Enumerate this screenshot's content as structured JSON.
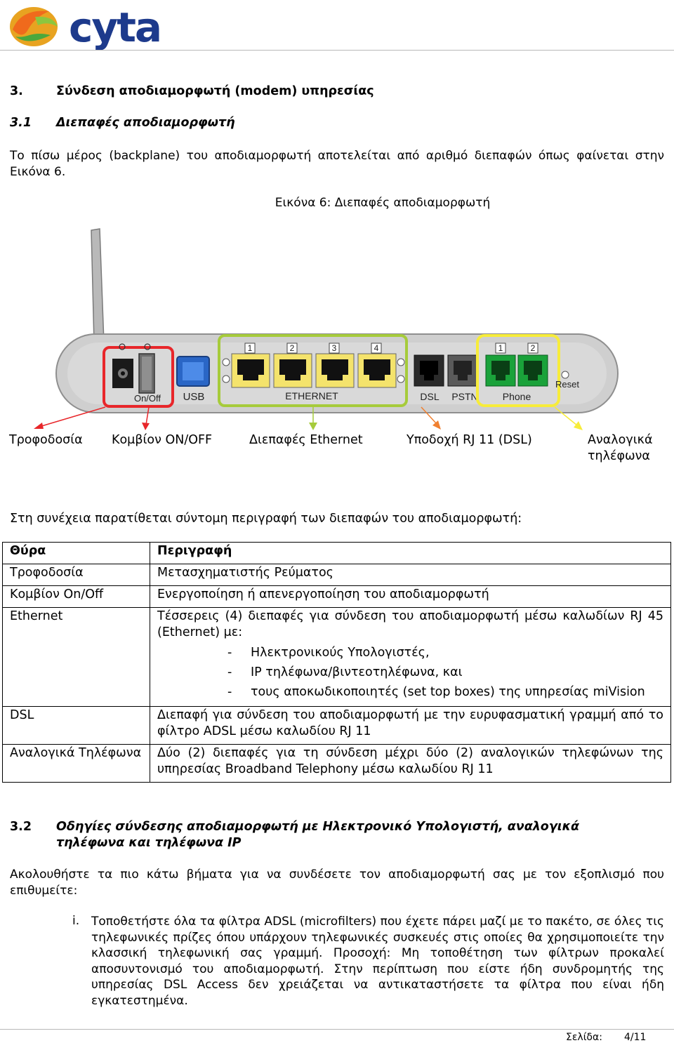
{
  "logo": {
    "text": "cyta"
  },
  "section3": {
    "num": "3.",
    "title": "Σύνδεση αποδιαμορφωτή (modem) υπηρεσίας"
  },
  "section31": {
    "num": "3.1",
    "title": "Διεπαφές αποδιαμορφωτή"
  },
  "intro": "Το πίσω μέρος (backplane) του αποδιαμορφωτή αποτελείται από αριθμό διεπαφών όπως φαίνεται στην Εικόνα 6.",
  "figure": {
    "caption": "Εικόνα 6: Διεπαφές αποδιαμορφωτή",
    "panel_labels": {
      "onoff": "On/Off",
      "usb": "USB",
      "ethernet": "ETHERNET",
      "dsl": "DSL",
      "pstn": "PSTN",
      "phone": "Phone",
      "reset": "Reset",
      "eth_ports": [
        "1",
        "2",
        "3",
        "4"
      ],
      "phone_ports": [
        "1",
        "2"
      ]
    },
    "colors": {
      "red": "#e8262a",
      "green": "#a6cb3b",
      "orange": "#f08030",
      "yellow": "#f7ec3a",
      "phone_green": "#1aa23a"
    },
    "labels": {
      "power": "Τροφοδοσία",
      "switch": "Κομβίον ON/OFF",
      "ethernet": "Διεπαφές Ethernet",
      "dsl": "Υποδοχή RJ 11 (DSL)",
      "phones_line1": "Αναλογικά",
      "phones_line2": "τηλέφωνα"
    }
  },
  "table_intro": "Στη συνέχεια παρατίθεται σύντομη περιγραφή των διεπαφών του αποδιαμορφωτή:",
  "table": {
    "headers": [
      "Θύρα",
      "Περιγραφή"
    ],
    "rows": [
      {
        "port": "Τροφοδοσία",
        "desc": "Μετασχηματιστής Ρεύματος"
      },
      {
        "port": "Κομβίον On/Off",
        "desc": "Ενεργοποίηση ή απενεργοποίηση του αποδιαμορφωτή"
      },
      {
        "port": "Ethernet",
        "desc": "Τέσσερεις (4) διεπαφές για σύνδεση του αποδιαμορφωτή μέσω καλωδίων RJ 45 (Ethernet) με:",
        "list": [
          "Ηλεκτρονικούς Υπολογιστές,",
          "IP τηλέφωνα/βιντεοτηλέφωνα, και",
          "τους αποκωδικοποιητές (set top boxes) της υπηρεσίας miVision"
        ]
      },
      {
        "port": "DSL",
        "desc": "Διεπαφή για σύνδεση του αποδιαμορφωτή με την ευρυφασματική γραμμή από το φίλτρο ADSL μέσω καλωδίου RJ 11"
      },
      {
        "port": "Αναλογικά Τηλέφωνα",
        "desc": "Δύο (2) διεπαφές για τη σύνδεση μέχρι δύο (2) αναλογικών τηλεφώνων της υπηρεσίας Broadband Telephony μέσω καλωδίου RJ 11"
      }
    ],
    "dash": "-"
  },
  "section32": {
    "num": "3.2",
    "title_line1": "Οδηγίες σύνδεσης αποδιαμορφωτή με Ηλεκτρονικό Υπολογιστή, αναλογικά",
    "title_line2": "τηλέφωνα και τηλέφωνα IP"
  },
  "steps_intro": "Ακολουθήστε τα πιο κάτω βήματα για να συνδέσετε τον αποδιαμορφωτή σας με τον εξοπλισμό που επιθυμείτε:",
  "steps": [
    {
      "num": "i.",
      "text": "Τοποθετήστε όλα τα φίλτρα ADSL (microfilters) που έχετε πάρει μαζί με το πακέτο, σε όλες τις τηλεφωνικές πρίζες όπου υπάρχουν τηλεφωνικές συσκευές στις οποίες θα χρησιμοποιείτε την κλασσική τηλεφωνική σας γραμμή. Προσοχή: Μη τοποθέτηση των φίλτρων προκαλεί αποσυντονισμό του αποδιαμορφωτή. Στην περίπτωση που είστε ήδη συνδρομητής της υπηρεσίας DSL Access δεν χρειάζεται να αντικαταστήσετε τα φίλτρα που είναι ήδη εγκατεστημένα."
    }
  ],
  "footer": {
    "page_label": "Σελίδα:",
    "page_value": "4/11"
  }
}
